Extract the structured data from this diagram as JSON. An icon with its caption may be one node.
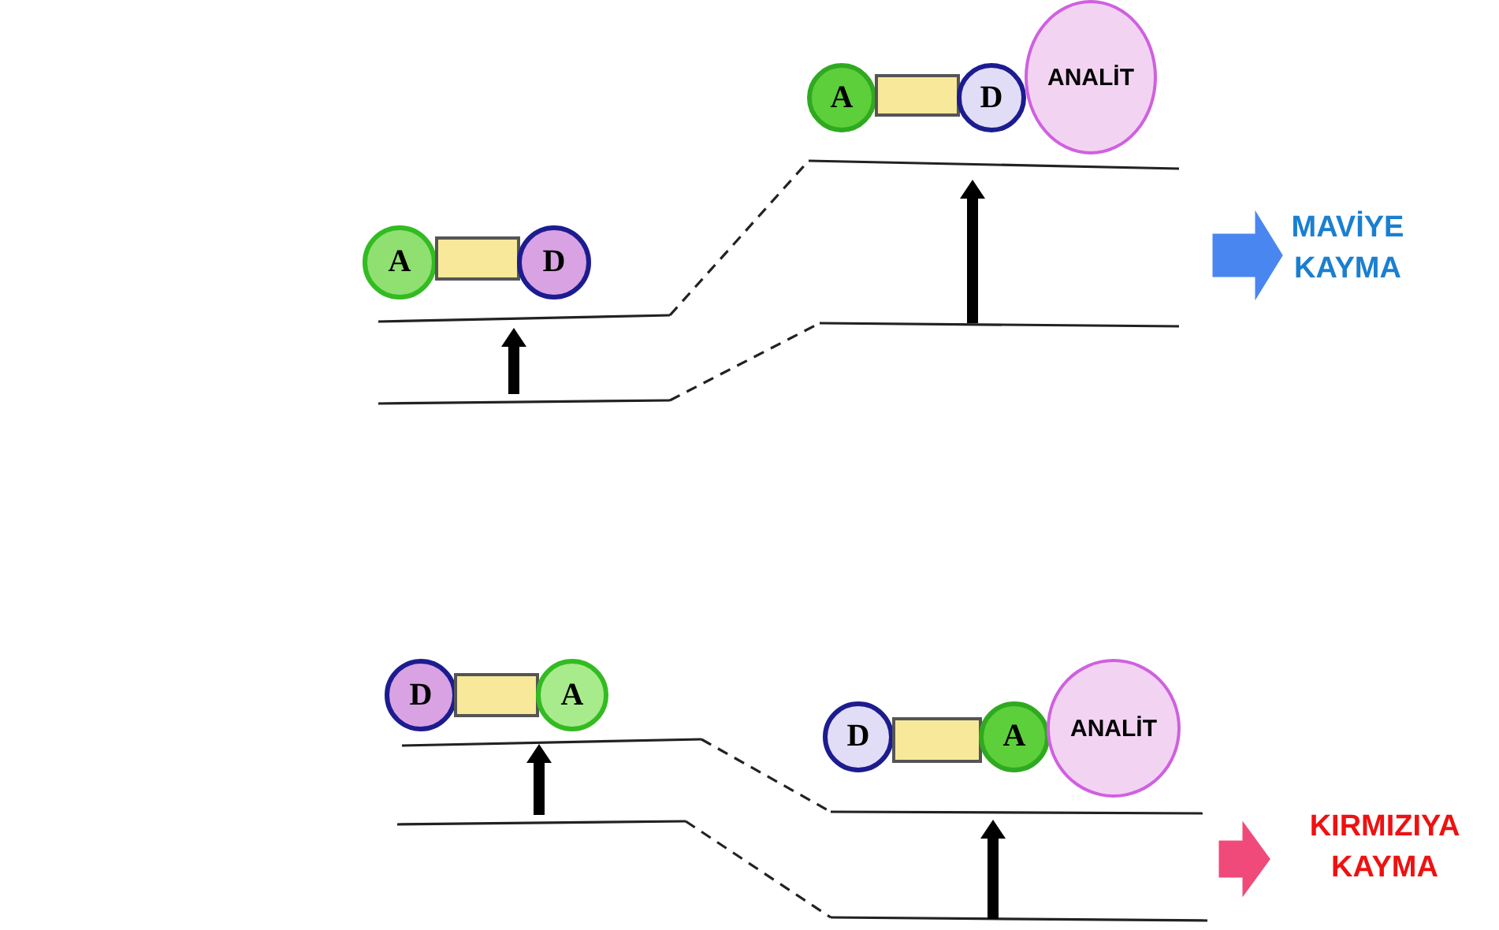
{
  "diagram": {
    "nodes": [
      {
        "text": [
          "A"
        ]
      },
      {
        "text": [],
        "shape": "box"
      },
      {
        "text": [
          "D"
        ]
      },
      {
        "text": [
          "ANALİT"
        ]
      },
      {
        "text": [
          "A"
        ]
      },
      {
        "text": [],
        "shape": "box"
      },
      {
        "text": [
          "D"
        ]
      },
      {
        "text": [
          "MAVİYE KAYMA"
        ]
      },
      {
        "text": [
          "D"
        ]
      },
      {
        "text": [],
        "shape": "box"
      },
      {
        "text": [
          "A"
        ]
      },
      {
        "text": [
          "D"
        ]
      },
      {
        "text": [],
        "shape": "box"
      },
      {
        "text": [
          "A"
        ]
      },
      {
        "text": [
          "ANALİT"
        ]
      },
      {
        "text": [
          "KIRMIZIYA KAYMA"
        ]
      }
    ],
    "edges": [
      {
        "from": null,
        "to": 7,
        "arrow": "to",
        "color": "#4a86f0"
      },
      {
        "from": null,
        "to": 15,
        "arrow": "to",
        "color": "#f04a7a"
      }
    ]
  }
}
